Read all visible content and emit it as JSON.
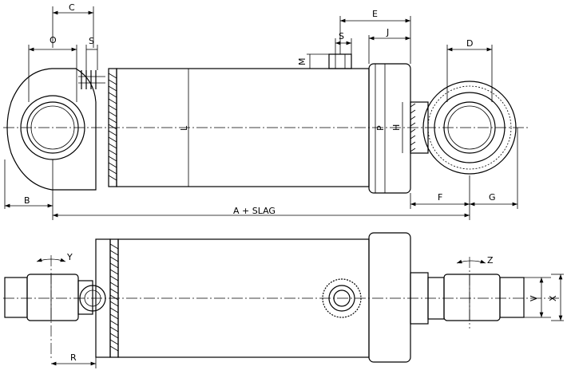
{
  "drawing": {
    "labels": {
      "A_slag": "A + SLAG",
      "B": "B",
      "C": "C",
      "D": "D",
      "E": "E",
      "F": "F",
      "G": "G",
      "H": "H",
      "J": "J",
      "L": "L",
      "M": "M",
      "O": "O",
      "P": "P",
      "R": "R",
      "S_rod": "S",
      "S_port": "S",
      "V": "V",
      "X": "X",
      "Y": "Y",
      "Z": "Z"
    }
  }
}
